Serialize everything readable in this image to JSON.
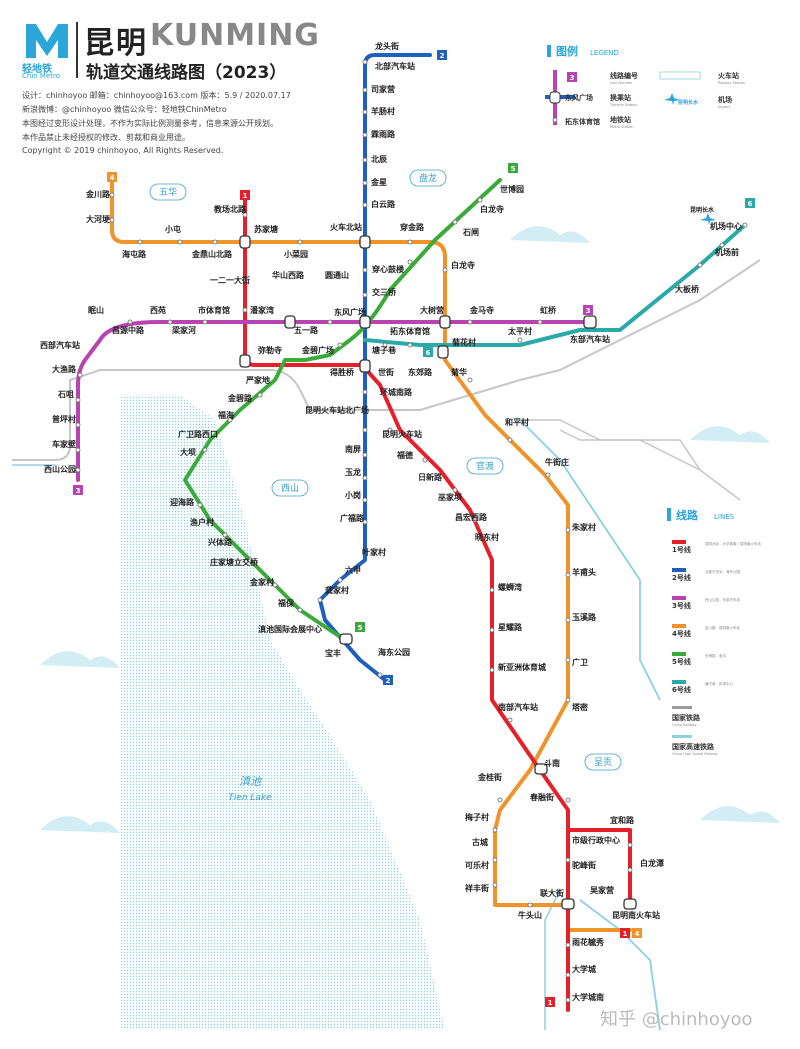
{
  "header": {
    "title_cn": "昆明",
    "title_en": "KUNMING",
    "subtitle": "轨道交通线路图（2023）",
    "brand_cn": "轻地铁",
    "brand_en": "Chin Metro",
    "info_line1": "设计：chinhoyoo    邮箱：chinhoyoo@163.com    版本：5.9 / 2020.07.17",
    "info_line2": "新浪微博：@chinhoyoo    微信公众号：轻地铁ChinMetro",
    "info_line3": "本图经过变形设计处理，不作为实际比例测量参考，信息来源公开规划。",
    "info_line4": "本作品禁止未经授权的修改、剪裁和商业用途。",
    "copyright": "Copyright © 2019 chinhoyoo, All Rights Reserved."
  },
  "legend": {
    "title": "图例",
    "title_en": "LEGEND",
    "items": [
      {
        "cn": "线路编号",
        "en": "Line Number"
      },
      {
        "cn": "换乘站",
        "en": "Transfer Station"
      },
      {
        "cn": "地铁站",
        "en": "Metro Station"
      },
      {
        "cn": "火车站",
        "en": "Railway Station"
      },
      {
        "cn": "机场",
        "en": "Airport"
      }
    ],
    "sample_stations": [
      "东风广场",
      "拓东体育馆"
    ],
    "sample_line": "3",
    "sample_airport": "昆明长水"
  },
  "lines_legend": {
    "title": "线路",
    "title_en": "LINES",
    "items": [
      {
        "num": "1",
        "name": "1号线",
        "desc": "昆明北站 - 大学城南 / 昆明南火车站",
        "color": "#e5202a"
      },
      {
        "num": "2",
        "name": "2号线",
        "desc": "北部汽车站 - 海东公园",
        "color": "#1f5fbf"
      },
      {
        "num": "3",
        "name": "3号线",
        "desc": "西山公园 - 东部汽车站",
        "color": "#b844b2"
      },
      {
        "num": "4",
        "name": "4号线",
        "desc": "金川路 - 昆明南火车站",
        "color": "#f0932b"
      },
      {
        "num": "5",
        "name": "5号线",
        "desc": "世博园 - 宝丰",
        "color": "#3aab3a"
      },
      {
        "num": "6",
        "name": "6号线",
        "desc": "塘子巷 - 机场中心",
        "color": "#29a9a7"
      },
      {
        "num": "",
        "name": "国家铁路",
        "desc": "China Railway",
        "color": "#9a9a9a"
      },
      {
        "num": "",
        "name": "国家高速铁路",
        "desc": "China High Speed Railway",
        "color": "#8fd0e0"
      }
    ]
  },
  "areas": {
    "wuhua": "五华",
    "panlong": "盘龙",
    "xishan": "西山",
    "guandu": "官渡",
    "chenggong": "呈贡",
    "lake_cn": "滇池",
    "lake_en": "Tien Lake"
  },
  "stations": {
    "longtoujie": "龙头街",
    "beibuqichezhan": "北部汽车站",
    "simaba": "司家营",
    "yangchangcun": "羊肠村",
    "linyuqiao": "霖雨路",
    "beichen": "北辰",
    "jinxing": "金星",
    "baiyunlu": "白云路",
    "huochebeizhan": "火车北站",
    "chuanjinlu": "穿金路",
    "shihe": "石闸",
    "baishisi": "白龙寺",
    "chuanxinguchang": "穿心鼓楼",
    "jiaosanqiao": "交三桥",
    "dongfengguangchang": "东风广场",
    "tangzixiang": "塘子巷",
    "dashuying": "大树营",
    "jinmasi": "金马寺",
    "hongqiao": "虹桥",
    "dongbuqichezhan": "东部汽车站",
    "tuodongtiyuguan": "拓东体育馆",
    "taipingcun": "太平村",
    "juhuacun": "菊花村",
    "juhua": "菊华",
    "shijie": "世街",
    "dongjiaolu": "东郊路",
    "huanchengnanlu": "环城南路",
    "kunminghuochezhan": "昆明火车站",
    "kmhczbgc": "昆明火车站北广场",
    "fuzhi": "福德",
    "rixinlu": "日新路",
    "chengjiaba": "巫家坝",
    "changhongxilu": "昌宏西路",
    "xiaoqiangcun": "晓东村",
    "dianchilu": "南屏",
    "yulong": "玉龙",
    "xiaodao": "小岗",
    "guangfulu": "广福路",
    "yejiacun": "叶家村",
    "liujia": "六甲",
    "gongjiacun": "龚家村",
    "haidonggongyuan": "海东公园",
    "baofeng": "宝丰",
    "dianchihuizhan": "滇池国际会展中心",
    "fuzhao": "福保",
    "jinjiacun": "金家村",
    "zhuangjiatang": "庄家塘立交桥",
    "xingtilu": "兴体路",
    "yuhucun": "渔户村",
    "yinghaitu": "迎海路",
    "dapa": "大坝",
    "guangweixiao": "广卫路西口",
    "fuhai": "福海",
    "jinbilu": "金碧路",
    "yanjiadi": "严家地",
    "mituocun": "弥勒寺",
    "wuyilu": "五一路",
    "jinbiguangchang": "金碧广场",
    "deshengqiao": "得胜桥",
    "xiyuan": "西苑",
    "shitiyuguan": "市体育馆",
    "tanjiawan": "潘家湾",
    "changyuanzhonglu": "昌源中路",
    "lianghecun": "梁家河",
    "xishanbeizhan": "西部汽车站",
    "dayulu": "大渔路",
    "shizui": "石咀",
    "jiapingcun": "普坪村",
    "chejiabi": "车家壁",
    "xishangongyuan": "西山公园",
    "yangxian": "眠山",
    "jinchuanlu": "金川路",
    "dahepo": "大河埂",
    "haitunlu": "海屯路",
    "xiaotun": "小屯",
    "jinding": "金鼎山北路",
    "jiaochangbeilu": "教场北路",
    "wanjiaba": "苏家塘",
    "yierdayijie": "一二一大街",
    "huashanxilu": "华山西路",
    "xiaocaiyuan": "小菜园",
    "yuantongshan": "圆通山",
    "shibouyuan": "世博园",
    "bailongsi": "白龙寺",
    "heyuanpo": "和平村",
    "niujiezhuang": "牛街庄",
    "zhujiacun": "朱家村",
    "yangpuyou": "羊甫头",
    "yuxilu": "玉溪路",
    "guangwei": "广卫",
    "tami": "塔密",
    "nanbuqichezhan": "南部汽车站",
    "xinyazhoutiyucheng": "新亚洲体育城",
    "xinguang": "星耀路",
    "tuanxiang": "螺蛳湾",
    "doumen": "斗南",
    "jinguijie": "金桂街",
    "chunrongjie": "春融街",
    "meizijie": "梅子村",
    "gucheng": "古城",
    "kelejie": "可乐村",
    "xiangfengjie": "祥丰街",
    "niutoushan": "牛头山",
    "lianda": "联大街",
    "chenggongshizhengfu": "市级行政中心",
    "tuoruijie": "驼峰街",
    "wujiaying": "吴家营",
    "yihelu": "宜和路",
    "bailongtan": "白龙潭",
    "kunmingnanhuochezhan": "昆明南火车站",
    "dianchiweiaikou": "雨花毓秀",
    "daxuecheng": "大学城",
    "daxuechengnan": "大学城南",
    "jichangqian": "机场前",
    "jichangzhongxin": "机场中心",
    "dabanqiao": "大板桥",
    "kunmingchangshui": "昆明长水"
  },
  "line_numbers": {
    "l1": "1",
    "l2": "2",
    "l3": "3",
    "l4": "4",
    "l5": "5",
    "l6": "6"
  },
  "watermark": "知乎 @chinhoyoo",
  "colors": {
    "line1": "#e5202a",
    "line2": "#1f5fbf",
    "line3": "#b844b2",
    "line4": "#f0932b",
    "line5": "#3aab3a",
    "line6": "#29a9a7",
    "rail": "#9a9a9a",
    "hsr": "#8fd0e0",
    "brand": "#2aa6d8"
  }
}
